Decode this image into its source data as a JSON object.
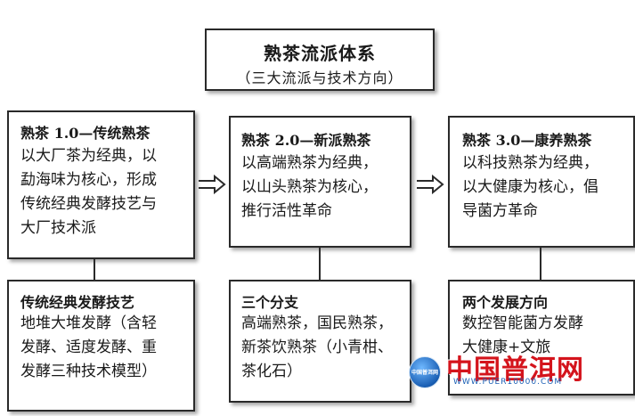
{
  "title": {
    "main": "熟茶流派体系",
    "sub": "（三大流派与技术方向）"
  },
  "generations": [
    {
      "heading": "熟茶 1.0—传统熟茶",
      "lines": [
        "以大厂茶为经典，以",
        "勐海味为核心，形成",
        "传统经典发酵技艺与",
        "大厂技术派"
      ]
    },
    {
      "heading": "熟茶 2.0—新派熟茶",
      "lines": [
        "以高端熟茶为经典，",
        "以山头熟茶为核心，",
        "推行活性革命"
      ]
    },
    {
      "heading": "熟茶 3.0—康养熟茶",
      "lines": [
        "以科技熟茶为经典，",
        "以大健康为核心，倡",
        "导菌方革命"
      ]
    }
  ],
  "details": [
    {
      "heading": "传统经典发酵技艺",
      "lines": [
        "地堆大堆发酵（含轻",
        "发酵、适度发酵、重",
        "发酵三种技术模型）"
      ]
    },
    {
      "heading": "三个分支",
      "lines": [
        "高端熟茶，国民熟茶，",
        "新茶饮熟茶（小青柑、",
        "茶化石）"
      ]
    },
    {
      "heading": "两个发展方向",
      "lines": [
        "数控智能菌方发酵",
        "大健康+文旅"
      ]
    }
  ],
  "watermark": {
    "logo_text": "中国普洱网",
    "name": "中国普洱网",
    "url": "WWW.PUER10000.COM"
  }
}
